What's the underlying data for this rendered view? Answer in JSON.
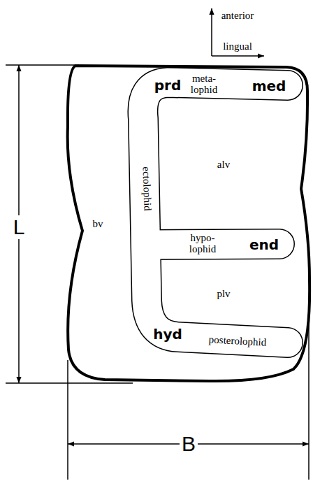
{
  "diagram": {
    "labels": [
      "anterior",
      "lingual",
      "L",
      "B",
      "meta- lophid",
      "med",
      "prd",
      "ectolophid",
      "alv",
      "bv",
      "hypo- lophid",
      "end",
      "hyd",
      "plv",
      "posterolophid"
    ]
  }
}
